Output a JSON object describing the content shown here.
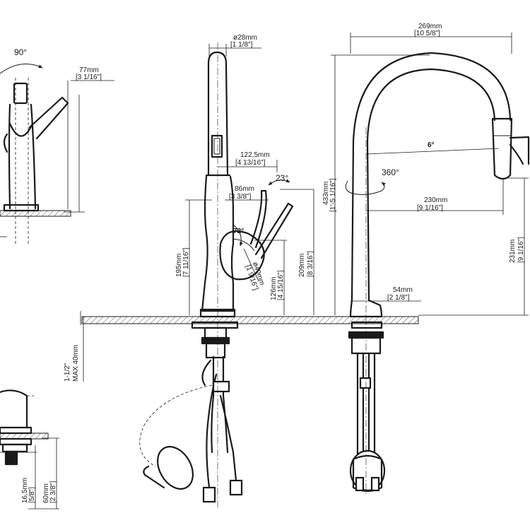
{
  "dimensions": {
    "rotation_handle": "90°",
    "handle_side": "77mm",
    "handle_side_in": "[3 1/16\"]",
    "diameter_top": "ø28mm",
    "diameter_top_in": "[1 1/8\"]",
    "reach_handle": "122,5mm",
    "reach_handle_in": "[4 13/16\"]",
    "handle_angle": "23°",
    "handle_depth": "86mm",
    "handle_depth_in": "[3 3/8\"]",
    "handle_swing": "72°",
    "handle_height": "195mm",
    "handle_height_in": "[7 11/16\"]",
    "body_height": "209mm",
    "body_height_in": "[8 3/16\"]",
    "base_height": "126mm",
    "base_height_in": "[4 15/16\"]",
    "base_diameter": "ø40mm",
    "base_diameter_in": "[1 9/16\"]",
    "total_width": "269mm",
    "total_width_in": "[10 5/8\"]",
    "total_height": "433mm",
    "total_height_in": "[1'-5 1/16\"]",
    "spout_tilt": "6°",
    "spout_rotation": "360°",
    "spout_reach": "230mm",
    "spout_reach_in": "[9 1/16\"]",
    "spout_clearance": "231mm",
    "spout_clearance_in": "[9 1/16\"]",
    "base_width": "54mm",
    "base_width_in": "[2 1/8\"]",
    "deck_thickness": "1-1/2\"",
    "deck_thickness_mm": "MAX 40mm",
    "flange_height": "16,5mm",
    "flange_height_in": "[5/8\"]",
    "flange_width": "60mm",
    "flange_width_in": "[2 3/8\"]"
  }
}
